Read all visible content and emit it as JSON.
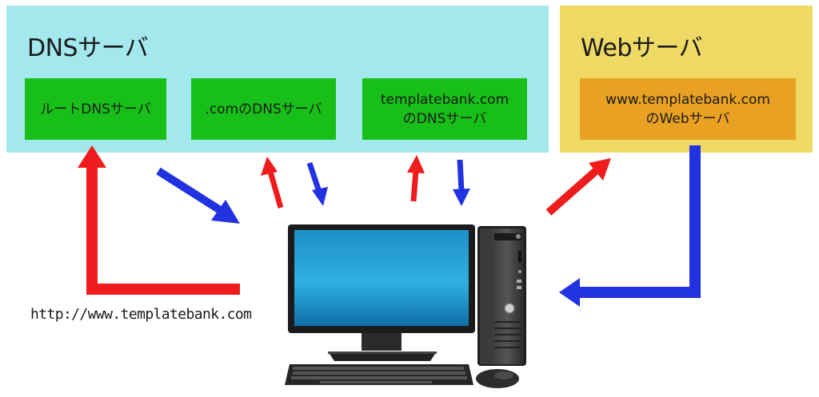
{
  "dns_panel": {
    "title": "DNSサーバ"
  },
  "web_panel": {
    "title": "Webサーバ"
  },
  "servers": {
    "root": "ルートDNSサーバ",
    "com": ".comのDNSサーバ",
    "templatebank": "templatebank.com\nのDNSサーバ",
    "www": "www.templatebank.com\nのWebサーバ"
  },
  "url_label": "http://www.templatebank.com",
  "colors": {
    "request_arrow": "#ee1c1c",
    "response_arrow": "#2132e0",
    "dns_bg": "#a2e8ec",
    "web_bg": "#efd965",
    "server_box": "#18bf18",
    "web_box": "#e8a122"
  },
  "icons": [
    "desktop-computer-icon",
    "keyboard-icon",
    "mouse-icon",
    "tower-pc-icon"
  ]
}
